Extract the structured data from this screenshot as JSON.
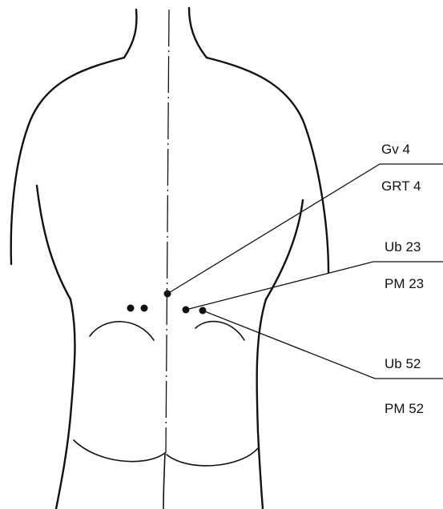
{
  "labels": {
    "gv4": "Gv 4",
    "grt4": "GRT 4",
    "ub23": "Ub 23",
    "pm23": "PM 23",
    "ub52": "Ub 52",
    "pm52": "PM 52"
  },
  "colors": {
    "ink": "#111111",
    "background": "#ffffff"
  }
}
